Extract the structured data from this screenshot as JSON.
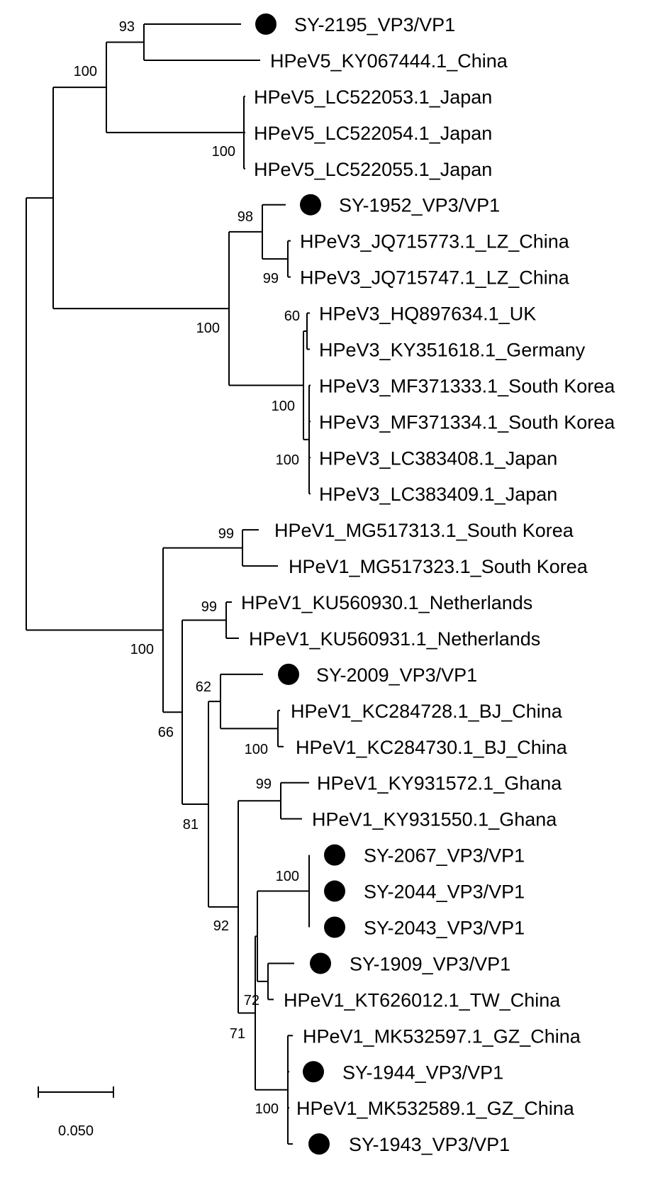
{
  "tree": {
    "tips": [
      {
        "label": "SY-2195_VP3/VP1",
        "marked": true
      },
      {
        "label": "HPeV5_KY067444.1_China",
        "marked": false
      },
      {
        "label": "HPeV5_LC522053.1_Japan",
        "marked": false
      },
      {
        "label": "HPeV5_LC522054.1_Japan",
        "marked": false
      },
      {
        "label": "HPeV5_LC522055.1_Japan",
        "marked": false
      },
      {
        "label": "SY-1952_VP3/VP1",
        "marked": true
      },
      {
        "label": "HPeV3_JQ715773.1_LZ_China",
        "marked": false
      },
      {
        "label": "HPeV3_JQ715747.1_LZ_China",
        "marked": false
      },
      {
        "label": "HPeV3_HQ897634.1_UK",
        "marked": false
      },
      {
        "label": "HPeV3_KY351618.1_Germany",
        "marked": false
      },
      {
        "label": "HPeV3_MF371333.1_South Korea",
        "marked": false
      },
      {
        "label": "HPeV3_MF371334.1_South Korea",
        "marked": false
      },
      {
        "label": "HPeV3_LC383408.1_Japan",
        "marked": false
      },
      {
        "label": "HPeV3_LC383409.1_Japan",
        "marked": false
      },
      {
        "label": "HPeV1_MG517313.1_South Korea",
        "marked": false
      },
      {
        "label": "HPeV1_MG517323.1_South Korea",
        "marked": false
      },
      {
        "label": "HPeV1_KU560930.1_Netherlands",
        "marked": false
      },
      {
        "label": "HPeV1_KU560931.1_Netherlands",
        "marked": false
      },
      {
        "label": "SY-2009_VP3/VP1",
        "marked": true
      },
      {
        "label": "HPeV1_KC284728.1_BJ_China",
        "marked": false
      },
      {
        "label": "HPeV1_KC284730.1_BJ_China",
        "marked": false
      },
      {
        "label": "HPeV1_KY931572.1_Ghana",
        "marked": false
      },
      {
        "label": "HPeV1_KY931550.1_Ghana",
        "marked": false
      },
      {
        "label": "SY-2067_VP3/VP1",
        "marked": true
      },
      {
        "label": "SY-2044_VP3/VP1",
        "marked": true
      },
      {
        "label": "SY-2043_VP3/VP1",
        "marked": true
      },
      {
        "label": "SY-1909_VP3/VP1",
        "marked": true
      },
      {
        "label": "HPeV1_KT626012.1_TW_China",
        "marked": false
      },
      {
        "label": "HPeV1_MK532597.1_GZ_China",
        "marked": false
      },
      {
        "label": "SY-1944_VP3/VP1",
        "marked": true
      },
      {
        "label": "HPeV1_MK532589.1_GZ_China",
        "marked": false
      },
      {
        "label": "SY-1943_VP3/VP1",
        "marked": true
      }
    ],
    "bootstrap": [
      "93",
      "100",
      "100",
      "100",
      "98",
      "99",
      "60",
      "100",
      "100",
      "99",
      "100",
      "99",
      "66",
      "62",
      "100",
      "81",
      "99",
      "100",
      "92",
      "72",
      "71",
      "100"
    ],
    "scale_bar_label": "0.050",
    "marker_color": "#000000"
  }
}
